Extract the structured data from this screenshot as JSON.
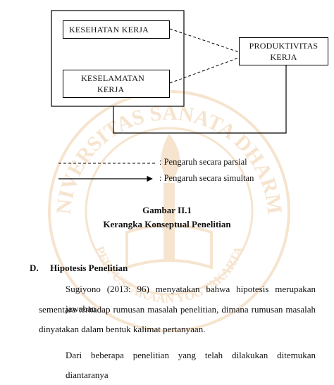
{
  "diagram": {
    "nodes": {
      "kesehatan": "KESEHATAN KERJA",
      "keselamatan_line1": "KESELAMATAN",
      "keselamatan_line2": "KERJA",
      "produktivitas_line1": "PRODUKTIVITAS",
      "produktivitas_line2": "KERJA"
    },
    "legend": {
      "partial": ": Pengaruh secara parsial",
      "simultaneous": ": Pengaruh secara simultan"
    }
  },
  "figure": {
    "number": "Gambar II.1",
    "title": "Kerangka Konseptual Penelitian"
  },
  "section": {
    "label": "D.",
    "title": "Hipotesis Penelitian"
  },
  "paragraphs": {
    "p1_line1": "Sugiyono (2013: 96) menyatakan bahwa hipotesis merupakan jawaban",
    "p1_line2": "sementara terhadap rumusan masalah penelitian, dimana rumusan masalah",
    "p1_line3": "dinyatakan dalam bentuk kalimat pertanyaan.",
    "p2_line1": "Dari beberapa penelitian yang telah dilakukan ditemukan diantaranya"
  },
  "watermark": {
    "words": [
      "UNIVERSITAS",
      "SANATA",
      "DHARMA",
      "PERPUSTAKAAN",
      "YOGYAKARTA"
    ],
    "color": "#d9892a"
  }
}
